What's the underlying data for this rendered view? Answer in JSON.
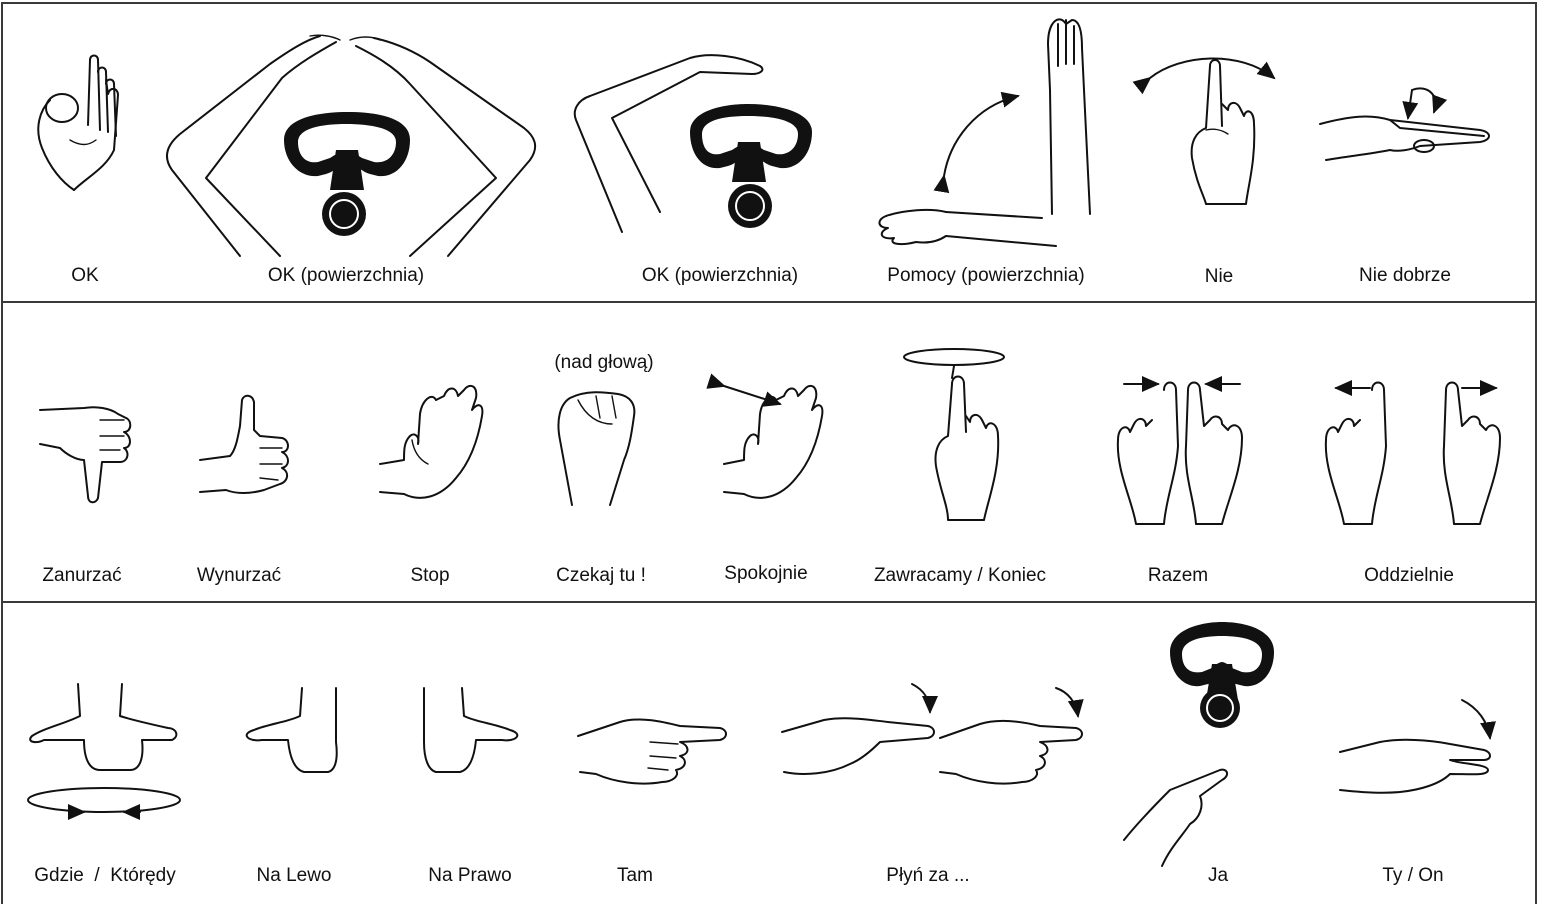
{
  "rows": [
    {
      "signals": [
        {
          "label": "OK",
          "icon": "ok-hand-icon"
        },
        {
          "label": "OK (powierzchnia)",
          "icon": "two-arms-over-head-icon"
        },
        {
          "label": "OK (powierzchnia)",
          "icon": "one-arm-over-head-icon"
        },
        {
          "label": "Pomocy (powierzchnia)",
          "icon": "waving-arm-icon"
        },
        {
          "label": "Nie",
          "icon": "wagging-finger-icon"
        },
        {
          "label": "Nie dobrze",
          "icon": "rocking-hand-icon"
        }
      ]
    },
    {
      "signals": [
        {
          "label": "Zanurzać",
          "icon": "thumb-down-icon"
        },
        {
          "label": "Wynurzać",
          "icon": "thumb-up-icon"
        },
        {
          "label": "Stop",
          "icon": "flat-hand-icon"
        },
        {
          "label": "Czekaj tu !",
          "icon": "fist-icon",
          "note": "(nad głową)"
        },
        {
          "label": "Spokojnie",
          "icon": "calm-hand-icon"
        },
        {
          "label": "Zawracamy / Koniec",
          "icon": "circling-finger-icon"
        },
        {
          "label": "Razem",
          "icon": "fingers-together-icon"
        },
        {
          "label": "Oddzielnie",
          "icon": "fingers-apart-icon"
        }
      ]
    },
    {
      "signals": [
        {
          "label": "Gdzie  /  Którędy",
          "icon": "both-hands-palms-up-icon"
        },
        {
          "label": "Na Lewo",
          "icon": "hand-pointing-left-icon"
        },
        {
          "label": "Na Prawo",
          "icon": "hand-pointing-right-icon"
        },
        {
          "label": "Tam",
          "icon": "pointing-finger-icon"
        },
        {
          "label": "Płyń za ...",
          "icon": "follow-me-icon"
        },
        {
          "label": "Ja",
          "icon": "pointing-at-self-icon"
        },
        {
          "label": "Ty / On",
          "icon": "pointing-at-you-icon"
        }
      ]
    }
  ],
  "colors": {
    "line": "#111111",
    "border": "#3a3a3a",
    "background": "#ffffff"
  }
}
